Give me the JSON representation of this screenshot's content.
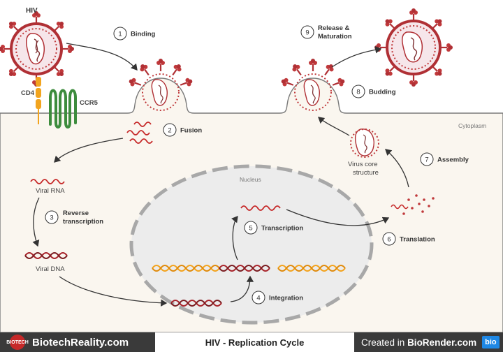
{
  "diagram": {
    "virus_label": "HIV",
    "cd4_label": "CD4",
    "ccr5_label": "CCR5",
    "cytoplasm_label": "Cytoplasm",
    "nucleus_label": "Nucleus",
    "viral_rna_label": "Viral RNA",
    "viral_dna_label": "Viral DNA",
    "virus_core_label_line1": "Virus core",
    "virus_core_label_line2": "structure",
    "steps": [
      {
        "num": "1",
        "label": "Binding"
      },
      {
        "num": "2",
        "label": "Fusion"
      },
      {
        "num": "3",
        "label": "Reverse",
        "label2": "transcription"
      },
      {
        "num": "4",
        "label": "Integration"
      },
      {
        "num": "5",
        "label": "Transcription"
      },
      {
        "num": "6",
        "label": "Translation"
      },
      {
        "num": "7",
        "label": "Assembly"
      },
      {
        "num": "8",
        "label": "Budding"
      },
      {
        "num": "9",
        "label": "Release &",
        "label2": "Maturation"
      }
    ],
    "colors": {
      "cytoplasm": "#faf6ef",
      "nucleus": "#ececec",
      "virus_red": "#c0393b",
      "virus_pink": "#f6e6ea",
      "dna_orange": "#f3a21b",
      "cd4_orange": "#f2a41e",
      "ccr5_green": "#3d8c3d"
    }
  },
  "footer": {
    "logo_text": "BIOTECH",
    "left_brand": "BiotechReality.com",
    "title": "HIV - Replication Cycle",
    "created_in": "Created in",
    "created_brand": "BioRender.com",
    "badge": "bio"
  }
}
